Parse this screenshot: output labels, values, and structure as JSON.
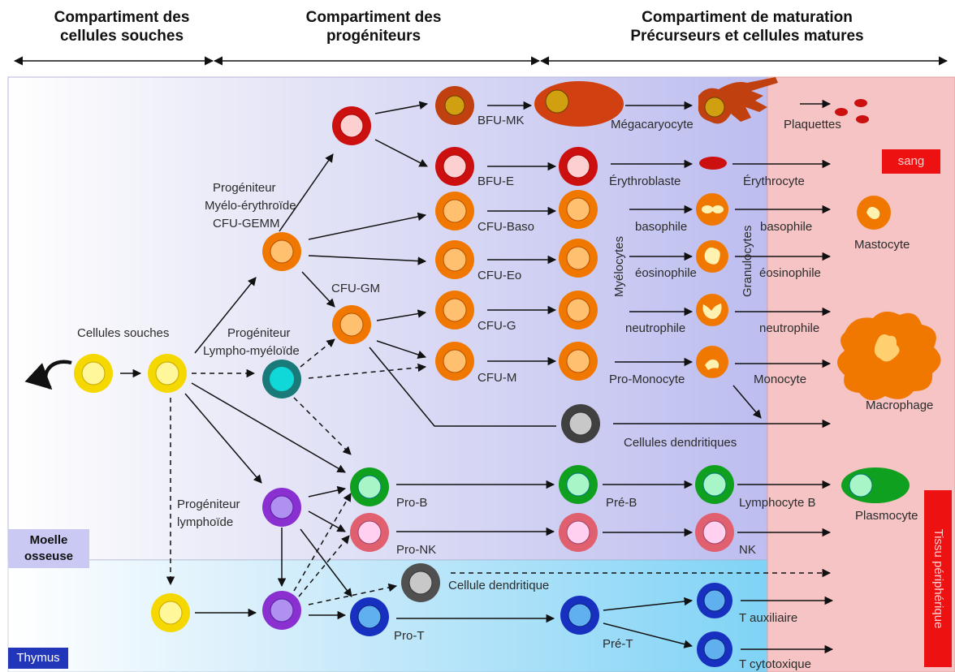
{
  "headers": {
    "stem": [
      "Compartiment des",
      "cellules souches"
    ],
    "progenitor": [
      "Compartiment des",
      "progéniteurs"
    ],
    "maturation": [
      "Compartiment de maturation",
      "Précurseurs et cellules matures"
    ]
  },
  "zones": {
    "moelle": [
      "Moelle",
      "osseuse"
    ],
    "thymus": "Thymus",
    "sang": "sang",
    "tissu": "Tissu périphérique"
  },
  "labels": {
    "cellules_souches": "Cellules souches",
    "prog_myelo_1": "Progéniteur",
    "prog_myelo_2": "Myélo-érythroïde",
    "prog_myelo_3": "CFU-GEMM",
    "prog_lympho_1": "Progéniteur",
    "prog_lympho_2": "Lympho-myéloïde",
    "cfu_gm": "CFU-GM",
    "prog_lymphoide_1": "Progéniteur",
    "prog_lymphoide_2": "lymphoïde",
    "bfu_mk": "BFU-MK",
    "bfu_e": "BFU-E",
    "cfu_baso": "CFU-Baso",
    "cfu_eo": "CFU-Eo",
    "cfu_g": "CFU-G",
    "cfu_m": "CFU-M",
    "megacaryocyte": "Mégacaryocyte",
    "plaquettes": "Plaquettes",
    "erythroblaste": "Érythroblaste",
    "erythrocyte": "Érythrocyte",
    "myelocytes": "Myélocytes",
    "granulocytes": "Granulocytes",
    "basophile_1": "basophile",
    "basophile_2": "basophile",
    "eosinophile_1": "éosinophile",
    "eosinophile_2": "éosinophile",
    "neutrophile_1": "neutrophile",
    "neutrophile_2": "neutrophile",
    "pro_monocyte": "Pro-Monocyte",
    "monocyte": "Monocyte",
    "mastocyte": "Mastocyte",
    "macrophage": "Macrophage",
    "cellules_dendritiques": "Cellules dendritiques",
    "pro_b": "Pro-B",
    "pre_b": "Pré-B",
    "lymphocyte_b": "Lymphocyte B",
    "plasmocyte": "Plasmocyte",
    "pro_nk": "Pro-NK",
    "nk": "NK",
    "cellule_dendritique": "Cellule dendritique",
    "pro_t": "Pro-T",
    "pre_t": "Pré-T",
    "t_auxiliaire": "T auxiliaire",
    "t_cytotoxique": "T cytotoxique"
  },
  "colors": {
    "stem": "#f5d800",
    "orange": "#f07800",
    "red": "#cc1010",
    "brown": "#c04010",
    "teal": "#20b0b0",
    "purple": "#8a30d0",
    "green": "#10a020",
    "pink": "#e06070",
    "blue": "#1830c0",
    "grey": "#707070"
  }
}
